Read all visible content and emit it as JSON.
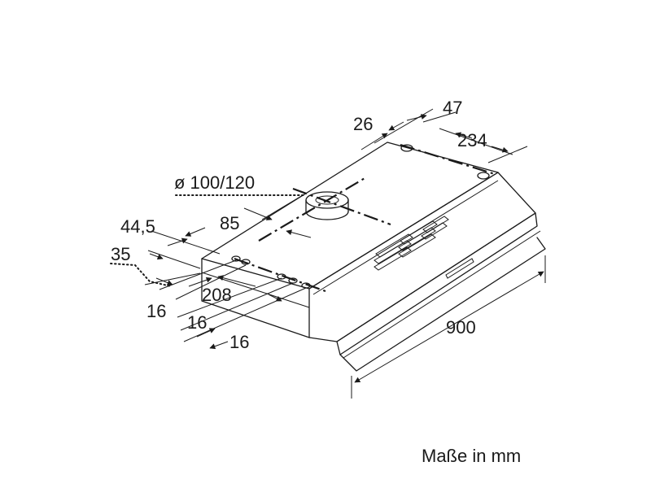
{
  "caption": "Maße in mm",
  "dimensions": {
    "width_total": "900",
    "d26": "26",
    "d47": "47",
    "d234": "234",
    "duct": "ø 100/120",
    "d85": "85",
    "d44_5": "44,5",
    "d35": "35",
    "d208": "208",
    "d16_a": "16",
    "d16_b": "16",
    "d16_c": "16"
  }
}
